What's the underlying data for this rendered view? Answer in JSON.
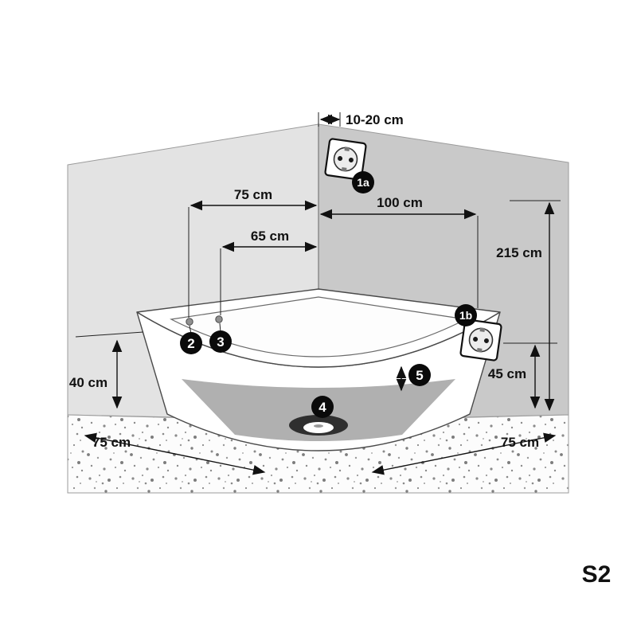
{
  "variant_label": "S2",
  "dims": {
    "outlet_offset": "10-20 cm",
    "top_75": "75 cm",
    "top_100": "100 cm",
    "top_65": "65 cm",
    "right_215": "215 cm",
    "left_40": "40 cm",
    "right_45": "45 cm",
    "floor_left_75": "75 cm",
    "floor_right_75": "75 cm"
  },
  "badges": {
    "b1a": "1a",
    "b1b": "1b",
    "b2": "2",
    "b3": "3",
    "b4": "4",
    "b5": "5"
  },
  "colors": {
    "wall_left": "#e3e3e3",
    "wall_right": "#c9c9c9",
    "badge_bg": "#0a0a0a",
    "base_shadow": "#b0b0b0",
    "accent_red": "#e2001a"
  }
}
